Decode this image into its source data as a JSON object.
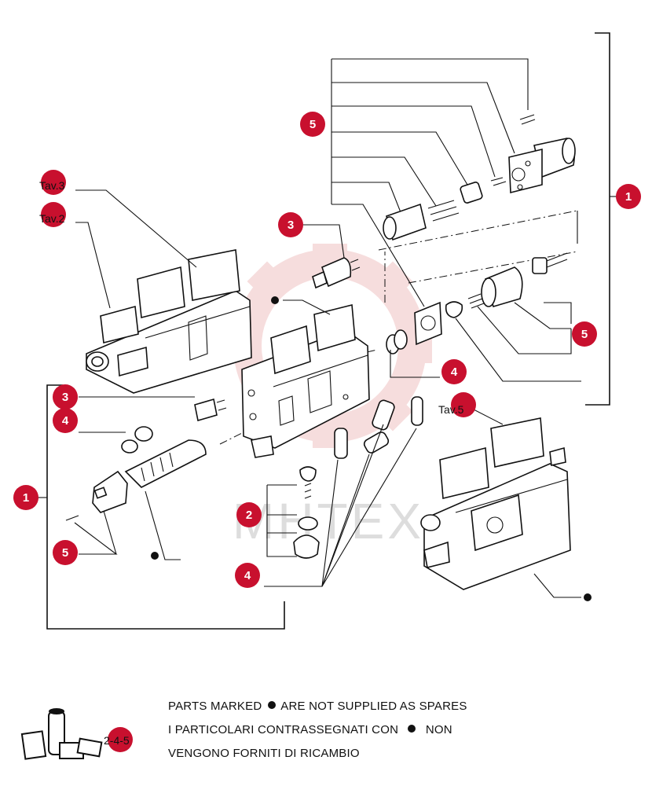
{
  "colors": {
    "callout": "#c8102e",
    "lines": "#111111",
    "watermark": "#e8a0a0"
  },
  "watermark": {
    "text": "MHTEX"
  },
  "references": {
    "tav3": "Tav.3",
    "tav2": "Tav.2",
    "tav5": "Tav.5"
  },
  "callouts": {
    "c1_right": "1",
    "c5_top": "5",
    "c3_top": "3",
    "c5_right": "5",
    "c4_right": "4",
    "c3_left": "3",
    "c4_left": "4",
    "c1_left": "1",
    "c5_left": "5",
    "c2_mid": "2",
    "c4_bottom": "4",
    "c245": "2-4-5"
  },
  "note": {
    "line1_a": "PARTS MARKED",
    "line1_b": "ARE NOT SUPPLIED AS SPARES",
    "line2_a": "I  PARTICOLARI  CONTRASSEGNATI  CON",
    "line2_b": "NON",
    "line3": "VENGONO FORNITI DI RICAMBIO"
  },
  "icons": [
    "fiat-oil-cans-icon",
    "bullet-icon"
  ]
}
